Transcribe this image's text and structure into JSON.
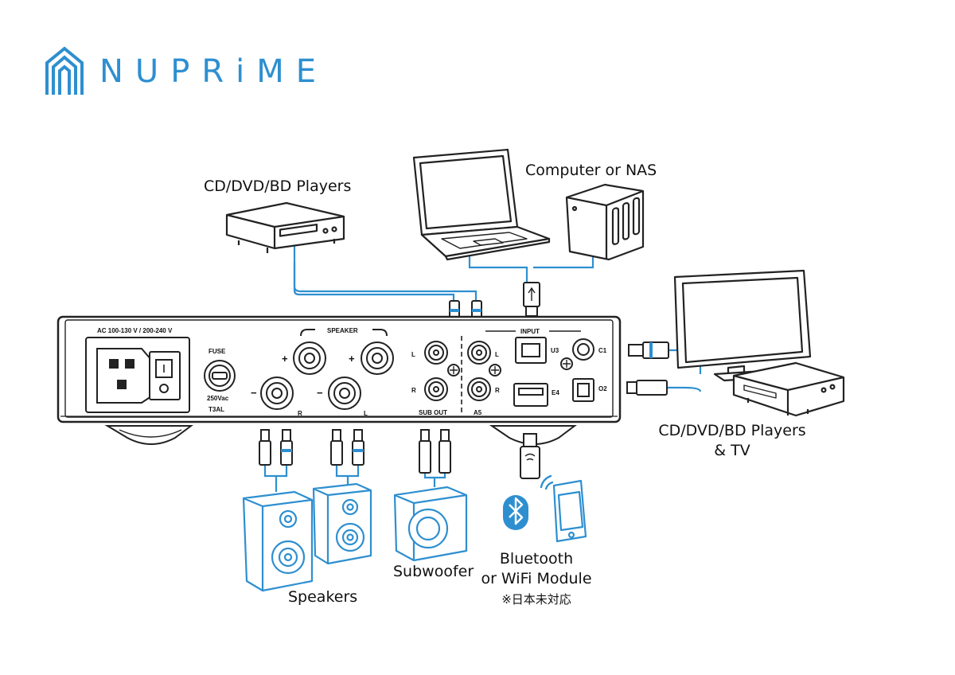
{
  "brand": {
    "name": "NUPRiME",
    "color": "#2e8fd0"
  },
  "colors": {
    "accent": "#2e8fd0",
    "line": "#222222",
    "cable": "#2e8fd0"
  },
  "devices": {
    "cd_player_top": "CD/DVD/BD Players",
    "computer": "Computer or NAS",
    "cd_player_right_line1": "CD/DVD/BD Players",
    "cd_player_right_line2": "& TV",
    "speakers": "Speakers",
    "subwoofer": "Subwoofer",
    "module_line1": "Bluetooth",
    "module_line2": "or WiFi Module",
    "module_note": "※日本未対応"
  },
  "panel": {
    "power_rating": "AC 100-130 V / 200-240 V",
    "fuse_label": "FUSE",
    "fuse_rating": "250Vac",
    "fuse_type": "T3AL",
    "speaker_label": "SPEAKER",
    "plus": "+",
    "minus": "−",
    "right": "R",
    "left": "L",
    "sub_out": "SUB OUT",
    "a5": "A5",
    "input": "INPUT",
    "u3": "U3",
    "c1": "C1",
    "e4": "E4",
    "o2": "O2"
  }
}
